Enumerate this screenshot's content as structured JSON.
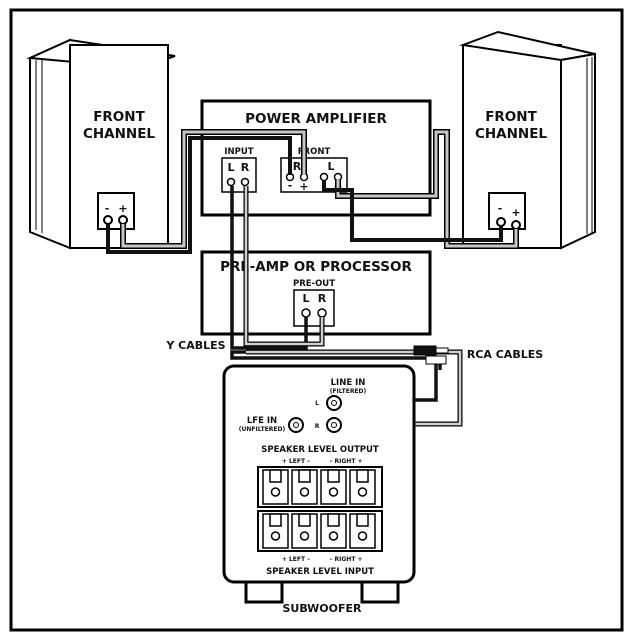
{
  "labels": {
    "front_channel_left_line1": "FRONT",
    "front_channel_left_line2": "CHANNEL",
    "front_channel_right_line1": "FRONT",
    "front_channel_right_line2": "CHANNEL",
    "power_amplifier": "POWER AMPLIFIER",
    "amp_input": "INPUT",
    "amp_front": "FRONT",
    "preamp": "PRE-AMP OR PROCESSOR",
    "pre_out": "PRE-OUT",
    "y_cables": "Y CABLES",
    "rca_cables": "RCA CABLES",
    "line_in": "LINE IN",
    "filtered": "(FILTERED)",
    "lfe_in": "LFE IN",
    "unfiltered": "(UNFILTERED)",
    "speaker_level_output": "SPEAKER LEVEL OUTPUT",
    "speaker_level_input": "SPEAKER LEVEL INPUT",
    "subwoofer": "SUBWOOFER",
    "left_range": "+ LEFT –",
    "right_range": "– RIGHT +"
  },
  "jacks": {
    "L": "L",
    "R": "R",
    "minus": "-",
    "plus": "+"
  }
}
